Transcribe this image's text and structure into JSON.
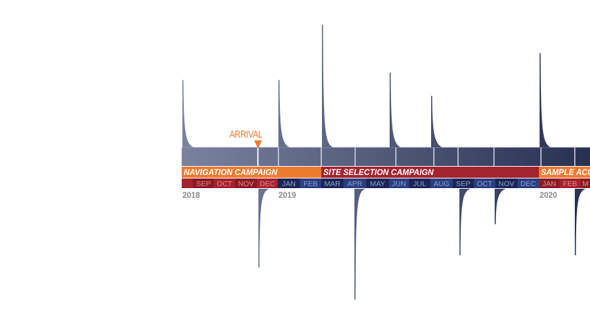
{
  "arrival": {
    "label": "ARRIVAL",
    "color": "#ee7a2e"
  },
  "campaigns": [
    {
      "label": "NAVIGATION CAMPAIGN",
      "color": "#ee7a2e",
      "start_month": "2018-AUG",
      "end_month": "2019-FEB"
    },
    {
      "label": "SITE SELECTION CAMPAIGN",
      "color": "#a4232f",
      "start_month": "2019-MAR",
      "end_month": "2019-DEC"
    },
    {
      "label": "SAMPLE ACQU",
      "color": "#ee7a2e",
      "start_month": "2020-JAN",
      "end_month": "2020-MAR"
    }
  ],
  "years": [
    {
      "label": "2018",
      "starts_at_month_index": 0
    },
    {
      "label": "2019",
      "starts_at_month_index": 5
    },
    {
      "label": "2020",
      "starts_at_month_index": 17
    }
  ],
  "months": [
    {
      "label": "",
      "year": "2018",
      "tone": "red-a"
    },
    {
      "label": "SEP",
      "year": "2018",
      "tone": "red-b"
    },
    {
      "label": "OCT",
      "year": "2018",
      "tone": "red-a"
    },
    {
      "label": "NOV",
      "year": "2018",
      "tone": "red-b"
    },
    {
      "label": "DEC",
      "year": "2018",
      "tone": "red-a"
    },
    {
      "label": "JAN",
      "year": "2019",
      "tone": "blue-b"
    },
    {
      "label": "FEB",
      "year": "2019",
      "tone": "blue-a"
    },
    {
      "label": "MAR",
      "year": "2019",
      "tone": "blue-b"
    },
    {
      "label": "APR",
      "year": "2019",
      "tone": "blue-a"
    },
    {
      "label": "MAY",
      "year": "2019",
      "tone": "blue-b"
    },
    {
      "label": "JUN",
      "year": "2019",
      "tone": "blue-a"
    },
    {
      "label": "JUL",
      "year": "2019",
      "tone": "blue-b"
    },
    {
      "label": "AUG",
      "year": "2019",
      "tone": "blue-a"
    },
    {
      "label": "SEP",
      "year": "2019",
      "tone": "blue-b"
    },
    {
      "label": "OCT",
      "year": "2019",
      "tone": "blue-a"
    },
    {
      "label": "NOV",
      "year": "2019",
      "tone": "blue-b"
    },
    {
      "label": "DEC",
      "year": "2019",
      "tone": "blue-a"
    },
    {
      "label": "JAN",
      "year": "2020",
      "tone": "red-b"
    },
    {
      "label": "FEB",
      "year": "2020",
      "tone": "red-a"
    },
    {
      "label": "M",
      "year": "2020",
      "tone": "red-b"
    }
  ],
  "colors": {
    "red-a": "#a4232f",
    "red-b": "#8a1b26",
    "blue-a": "#2a3f82",
    "blue-b": "#1b2656",
    "month_text_red": "#e58a90",
    "month_text_blue": "#8ea0cf",
    "year_text": "#8c8c8c",
    "band_start": "#7a829f",
    "band_end": "#283052",
    "divider": "#d4d8e2"
  },
  "events_above": [
    {
      "at": "2018-AUG",
      "magnitude": 0.55
    },
    {
      "at": "2019-JAN",
      "magnitude": 0.55
    },
    {
      "at": "2019-MAR",
      "magnitude": 1.0
    },
    {
      "at": "2019-JUN",
      "magnitude": 0.61
    },
    {
      "at": "2019-AUG",
      "magnitude": 0.42
    },
    {
      "at": "2020-JAN",
      "magnitude": 0.77
    }
  ],
  "events_below": [
    {
      "at": "2018-DEC",
      "magnitude": 0.71
    },
    {
      "at": "2019-APR",
      "magnitude": 1.0
    },
    {
      "at": "2019-SEP",
      "magnitude": 0.6
    },
    {
      "at": "2019-NOV",
      "magnitude": 0.32
    },
    {
      "at": "2020-FEB",
      "magnitude": 0.6
    }
  ],
  "band_segments": 11
}
